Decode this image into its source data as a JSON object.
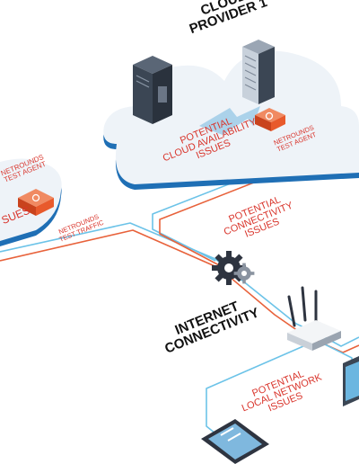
{
  "labels": {
    "cloud_provider": [
      "CLOUD",
      "PROVIDER 1"
    ],
    "cloud_issues": [
      "POTENTIAL",
      "CLOUD AVAILABILITY",
      "ISSUES"
    ],
    "agent_cloud": [
      "NETROUNDS",
      "TEST AGENT"
    ],
    "agent_left": [
      "NETROUNDS",
      "TEST AGENT"
    ],
    "left_issues_partial": "SUES",
    "test_traffic": [
      "NETROUNDS",
      "TEST TRAFFIC"
    ],
    "connectivity_issues": [
      "POTENTIAL",
      "CONNECTIVITY",
      "ISSUES"
    ],
    "internet": [
      "INTERNET",
      "CONNECTIVITY"
    ],
    "local_issues": [
      "POTENTIAL",
      "LOCAL NETWORK",
      "ISSUES"
    ]
  },
  "colors": {
    "accent_red": "#d9342b",
    "line_blue": "#6cc3e8",
    "line_orange": "#e8623b",
    "cloud_fill": "#eef3f8",
    "cloud_edge": "#1f6fb5",
    "server_dark": "#3b4654",
    "agent_orange": "#e85a2c"
  },
  "icons": [
    "server-icon",
    "test-agent-icon",
    "gear-icon",
    "router-icon",
    "smartphone-icon",
    "monitor-icon",
    "arrow-icon"
  ]
}
